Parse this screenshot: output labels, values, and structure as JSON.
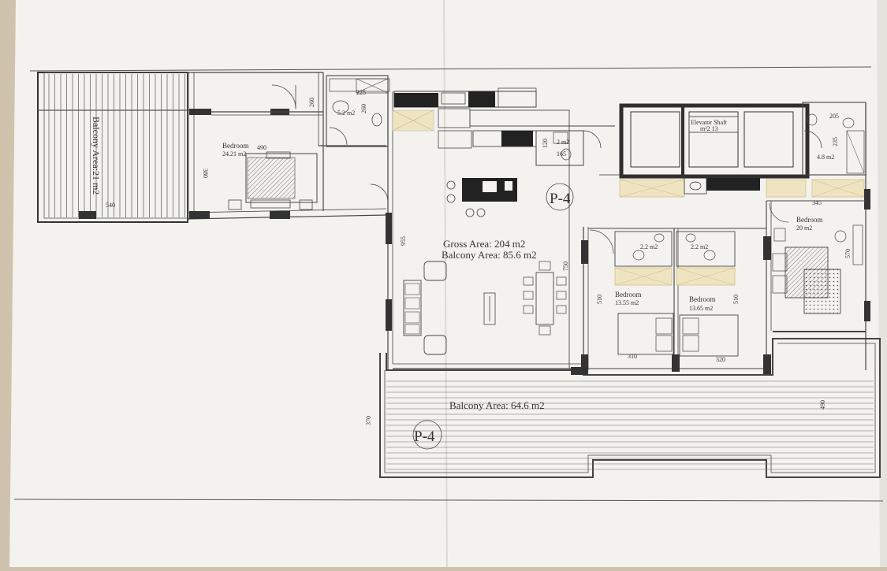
{
  "plan": {
    "gross_area_label": "Gross Area: 204 m2",
    "balcony_area_label": "Balcony Area: 85.6 m2",
    "unit_tag": "P-4",
    "unit_tag_lower": "P-4",
    "elevator_label": "Elevator Shaft",
    "elevator_area": "m²2 13"
  },
  "rooms": {
    "balcony_left": "Balcony Area:21 m2",
    "bedroom_left_name": "Bedroom",
    "bedroom_left_area": "24.21 m2",
    "bath_left_area": "5.2 m2",
    "wc_small_area": "2 m2",
    "bath_right_area": "4.8 m2",
    "bedroom_right_name": "Bedroom",
    "bedroom_right_area": "20 m2",
    "bedroom_mid1_name": "Bedroom",
    "bedroom_mid1_area": "13.55 m2",
    "bedroom_mid2_name": "Bedroom",
    "bedroom_mid2_area": "13.65 m2",
    "bath_mid1_area": "2.2 m2",
    "bath_mid2_area": "2.2 m2",
    "balcony_bottom": "Balcony Area: 64.6 m2"
  },
  "dims": {
    "d490a": "490",
    "d380": "380",
    "d540": "540",
    "d225": "225",
    "d260a": "260",
    "d260b": "260",
    "d120": "120",
    "d165": "165",
    "d955": "955",
    "d750": "750",
    "d510a": "510",
    "d510b": "510",
    "d310": "310",
    "d320": "320",
    "d345": "345",
    "d570": "570",
    "d205": "205",
    "d235": "235",
    "d370": "370",
    "d490b": "490"
  },
  "colors": {
    "background": "#cfc3ad",
    "paper": "#f3f2ee",
    "line": "#4a4a4a",
    "wall": "#2f2f2f",
    "glass": "#e8d7a3"
  }
}
